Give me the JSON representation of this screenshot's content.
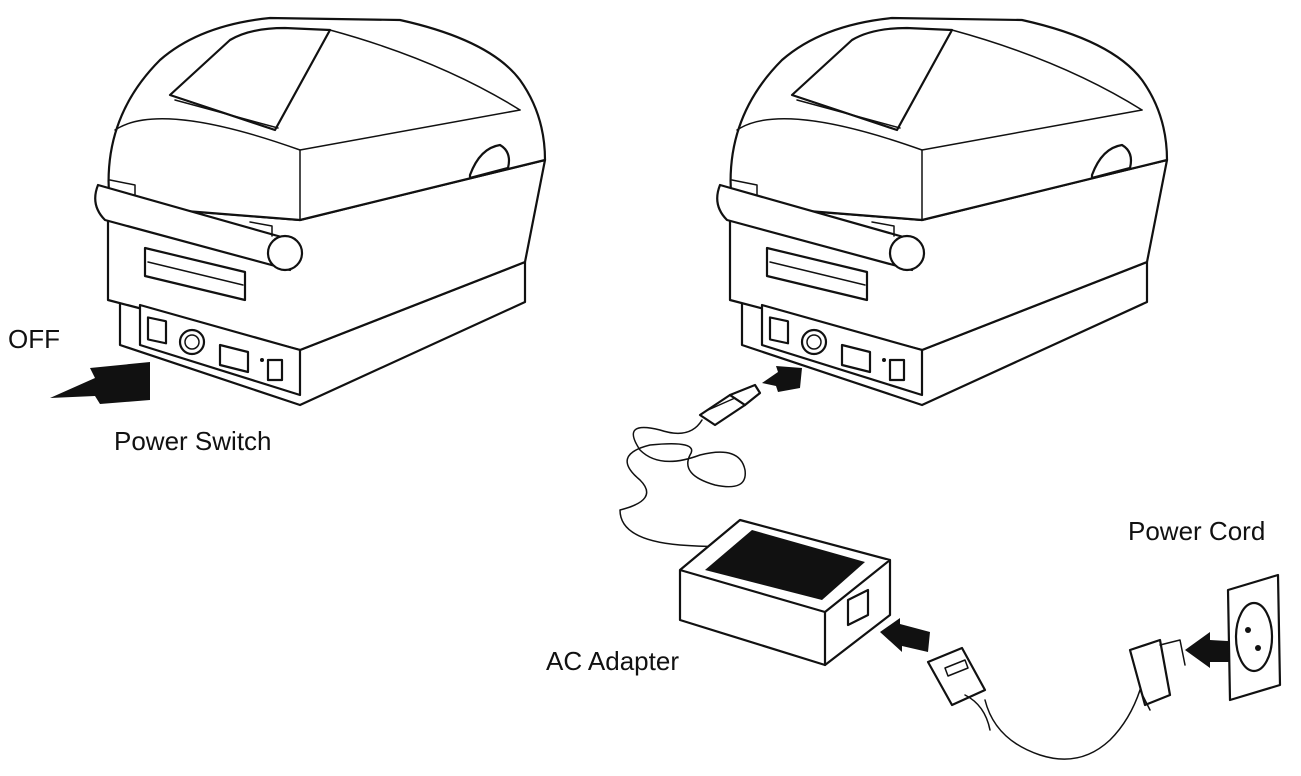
{
  "labels": {
    "off": "OFF",
    "power_switch": "Power Switch",
    "power_cord": "Power Cord",
    "ac_adapter": "AC Adapter"
  },
  "colors": {
    "line": "#111111",
    "fill": "#ffffff",
    "dark_panel": "#111111"
  },
  "icons": [
    "printer-left",
    "printer-right",
    "ac-adapter",
    "power-cord",
    "wall-socket",
    "arrow"
  ]
}
